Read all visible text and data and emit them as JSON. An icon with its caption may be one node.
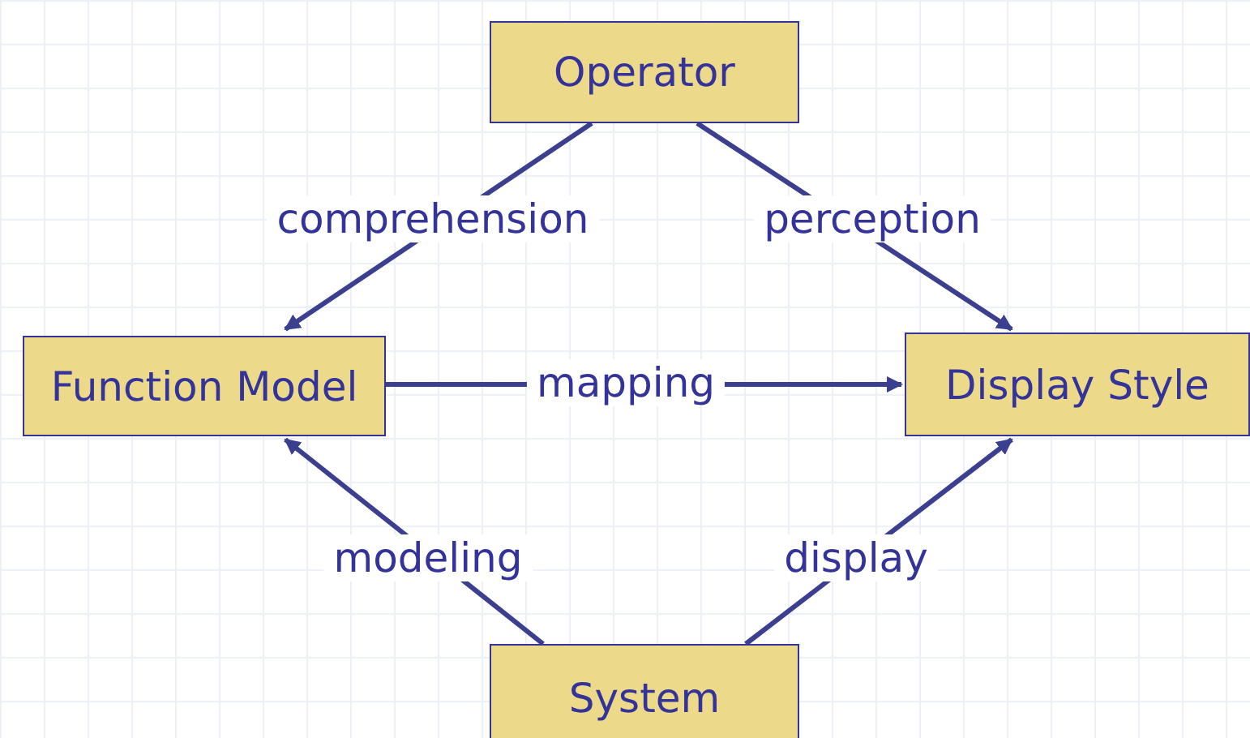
{
  "diagram": {
    "nodes": [
      {
        "text": [
          "Operator"
        ]
      },
      {
        "text": [
          "Function Model"
        ]
      },
      {
        "text": [
          "Display Style"
        ]
      },
      {
        "text": [
          "System"
        ]
      }
    ],
    "edges": [
      {
        "from": 0,
        "to": 1,
        "arrow": "to",
        "label": "comprehension"
      },
      {
        "from": 0,
        "to": 2,
        "arrow": "to",
        "label": "perception"
      },
      {
        "from": 1,
        "to": 2,
        "arrow": "to",
        "label": "mapping"
      },
      {
        "from": 3,
        "to": 1,
        "arrow": "to",
        "label": "modeling"
      },
      {
        "from": 3,
        "to": 2,
        "arrow": "to",
        "label": "display"
      }
    ]
  }
}
